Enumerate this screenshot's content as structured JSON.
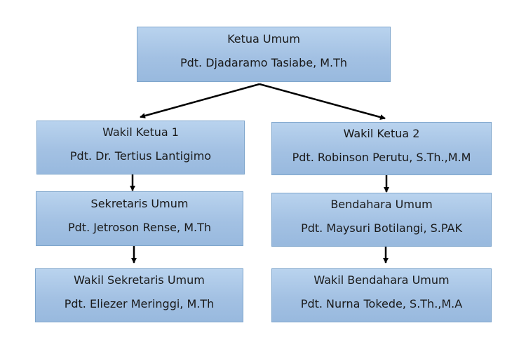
{
  "chart": {
    "chair": {
      "role": "Ketua Umum",
      "name": "Pdt. Djadaramo Tasiabe, M.Th"
    },
    "vice_chair_1": {
      "role": "Wakil Ketua 1",
      "name": "Pdt. Dr. Tertius Lantigimo"
    },
    "vice_chair_2": {
      "role": "Wakil Ketua 2",
      "name": "Pdt. Robinson Perutu, S.Th.,M.M"
    },
    "secretary": {
      "role": "Sekretaris Umum",
      "name": "Pdt. Jetroson Rense, M.Th"
    },
    "treasurer": {
      "role": "Bendahara Umum",
      "name": "Pdt. Maysuri Botilangi, S.PAK"
    },
    "vice_secretary": {
      "role": "Wakil Sekretaris Umum",
      "name": "Pdt. Eliezer Meringgi, M.Th"
    },
    "vice_treasurer": {
      "role": "Wakil Bendahara Umum",
      "name": "Pdt. Nurna Tokede, S.Th.,M.A"
    }
  },
  "colors": {
    "box_fill": "#a3c1e3",
    "box_border": "#7fa6cc",
    "connector": "#000000"
  }
}
